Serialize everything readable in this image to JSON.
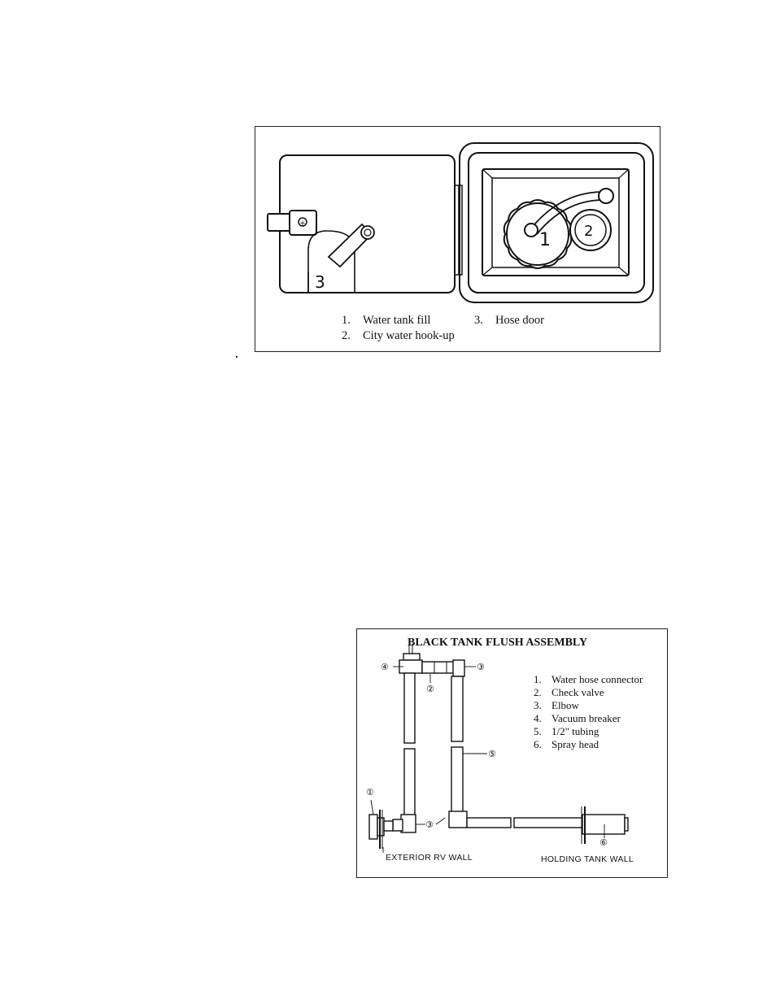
{
  "figure1": {
    "callouts": {
      "water_tank_fill": "1",
      "city_water_hookup": "2",
      "hose_door": "3"
    },
    "caption": [
      {
        "num": "1.",
        "text": "Water tank fill"
      },
      {
        "num": "2.",
        "text": "City water hook-up"
      },
      {
        "num": "3.",
        "text": "Hose door"
      }
    ]
  },
  "figure2": {
    "title": "BLACK TANK FLUSH ASSEMBLY",
    "legend": [
      {
        "num": "1.",
        "text": "Water hose connector"
      },
      {
        "num": "2.",
        "text": "Check valve"
      },
      {
        "num": "3.",
        "text": "Elbow"
      },
      {
        "num": "4.",
        "text": "Vacuum breaker"
      },
      {
        "num": "5.",
        "text": "1/2\" tubing"
      },
      {
        "num": "6.",
        "text": "Spray head"
      }
    ],
    "callouts": [
      "①",
      "②",
      "③",
      "④",
      "⑤",
      "⑥"
    ],
    "wall_labels": {
      "exterior": "EXTERIOR  RV WALL",
      "holding": "HOLDING TANK WALL"
    }
  }
}
